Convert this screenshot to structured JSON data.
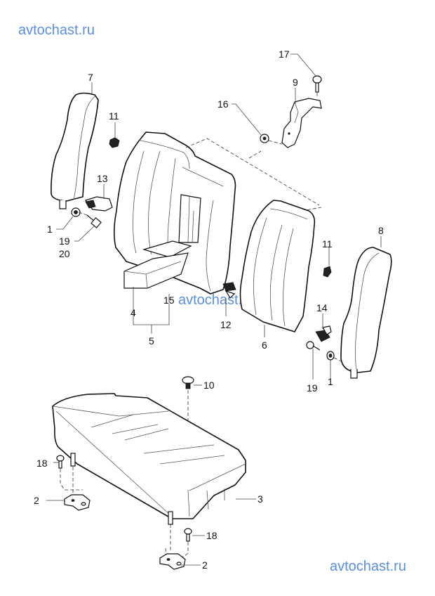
{
  "watermarks": [
    "avtochast.ru",
    "avtochast.ru",
    "avtochast.ru"
  ],
  "callouts": {
    "p1a": "1",
    "p1b": "1",
    "p2a": "2",
    "p2b": "2",
    "p3": "3",
    "p4": "4",
    "p5": "5",
    "p6": "6",
    "p7": "7",
    "p8": "8",
    "p9": "9",
    "p10": "10",
    "p11a": "11",
    "p11b": "11",
    "p12": "12",
    "p13": "13",
    "p14": "14",
    "p15": "15",
    "p16": "16",
    "p17": "17",
    "p18a": "18",
    "p18b": "18",
    "p19a": "19",
    "p19b": "19",
    "p20": "20"
  },
  "parts": [
    {
      "ref": "7",
      "name": "headrest-left"
    },
    {
      "ref": "8",
      "name": "headrest-right"
    },
    {
      "ref": "4",
      "name": "armrest"
    },
    {
      "ref": "15",
      "name": "armrest-cover"
    },
    {
      "ref": "5",
      "name": "armrest-assembly"
    },
    {
      "ref": "6",
      "name": "seat-back-right"
    },
    {
      "ref": "3",
      "name": "seat-cushion"
    },
    {
      "ref": "9",
      "name": "bracket"
    },
    {
      "ref": "10",
      "name": "clip"
    },
    {
      "ref": "11",
      "name": "guide"
    },
    {
      "ref": "12",
      "name": "latch"
    },
    {
      "ref": "13",
      "name": "lock-left"
    },
    {
      "ref": "14",
      "name": "lock-right"
    },
    {
      "ref": "16",
      "name": "nut"
    },
    {
      "ref": "17",
      "name": "bolt"
    },
    {
      "ref": "18",
      "name": "bolt"
    },
    {
      "ref": "19",
      "name": "bolt"
    },
    {
      "ref": "20",
      "name": "bolt"
    },
    {
      "ref": "1",
      "name": "washer"
    },
    {
      "ref": "2",
      "name": "hinge-bracket"
    }
  ]
}
